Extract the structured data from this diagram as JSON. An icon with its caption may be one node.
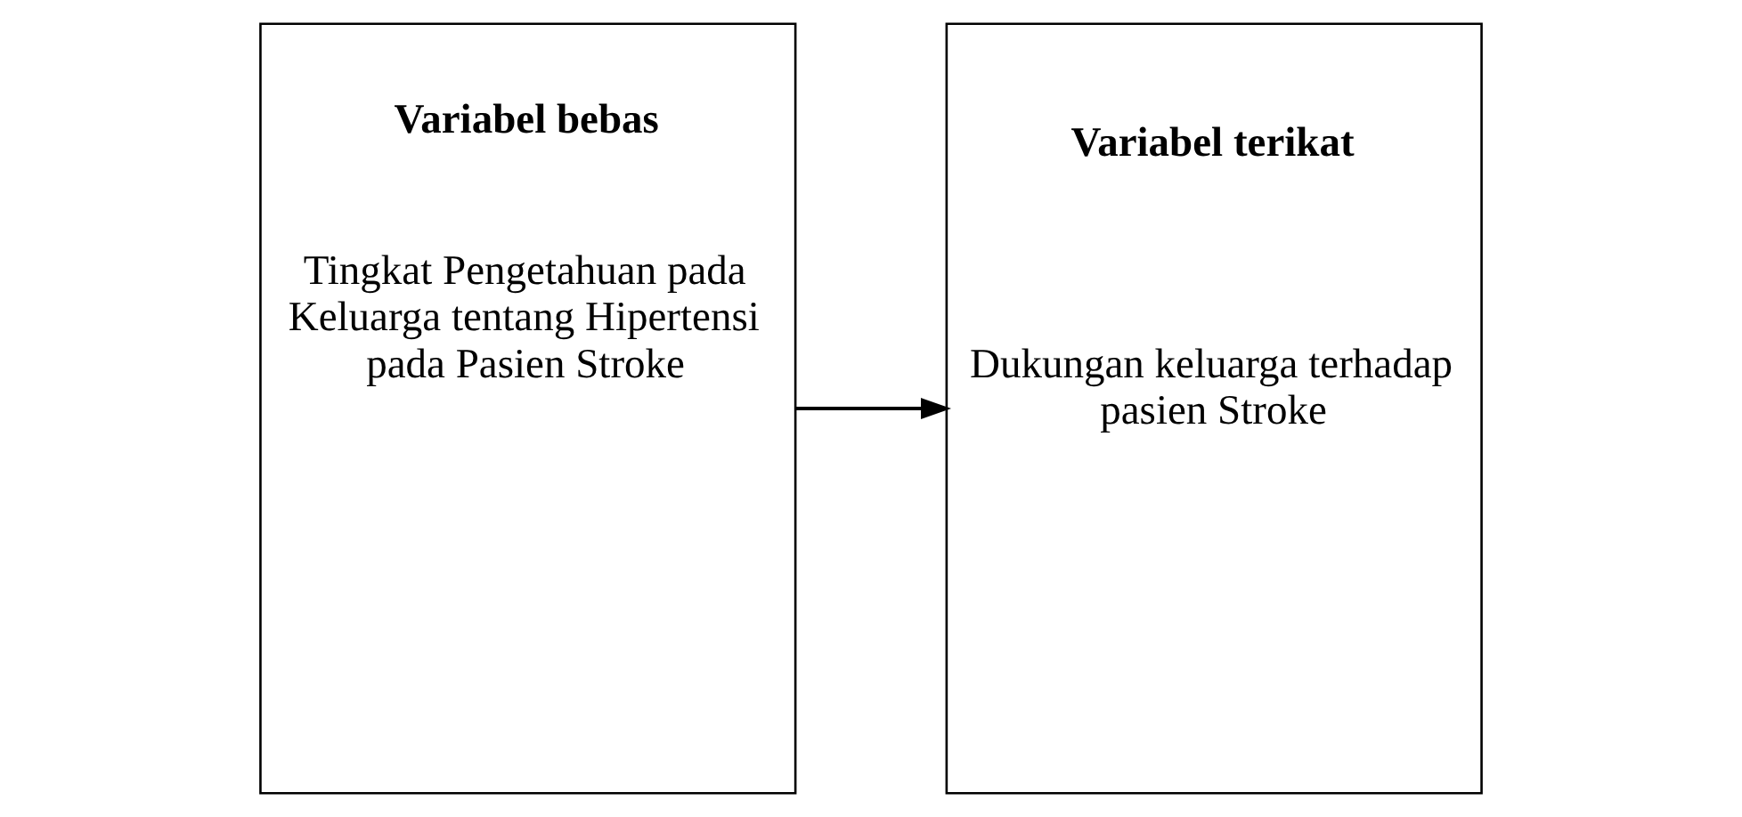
{
  "diagram": {
    "nodes": [
      {
        "text": [
          "Variabel bebas",
          "Tingkat Pengetahuan pada Keluarga tentang Hipertensi pada Pasien Stroke"
        ]
      },
      {
        "text": [
          "Variabel terikat",
          "Dukungan keluarga terhadap pasien Stroke"
        ]
      }
    ],
    "edges": [
      {
        "from": 0,
        "to": 1,
        "arrow": "to"
      }
    ]
  }
}
